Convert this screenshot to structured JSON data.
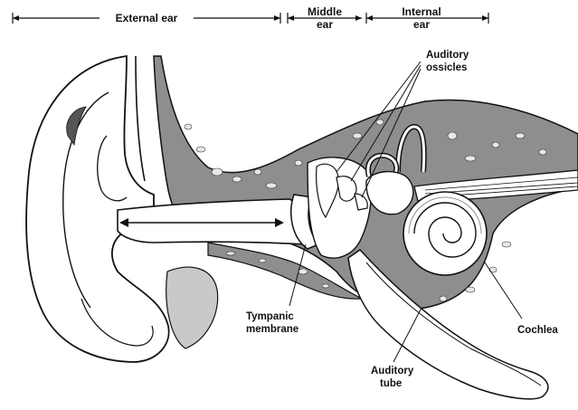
{
  "sections": {
    "external": "External ear",
    "middle_line1": "Middle",
    "middle_line2": "ear",
    "internal_line1": "Internal",
    "internal_line2": "ear"
  },
  "labels": {
    "ossicles_line1": "Auditory",
    "ossicles_line2": "ossicles",
    "tympanic_line1": "Tympanic",
    "tympanic_line2": "membrane",
    "cochlea": "Cochlea",
    "tube_line1": "Auditory",
    "tube_line2": "tube"
  },
  "colors": {
    "bone": "#8e8e8e",
    "outline": "#111111",
    "skin": "#ffffff"
  }
}
